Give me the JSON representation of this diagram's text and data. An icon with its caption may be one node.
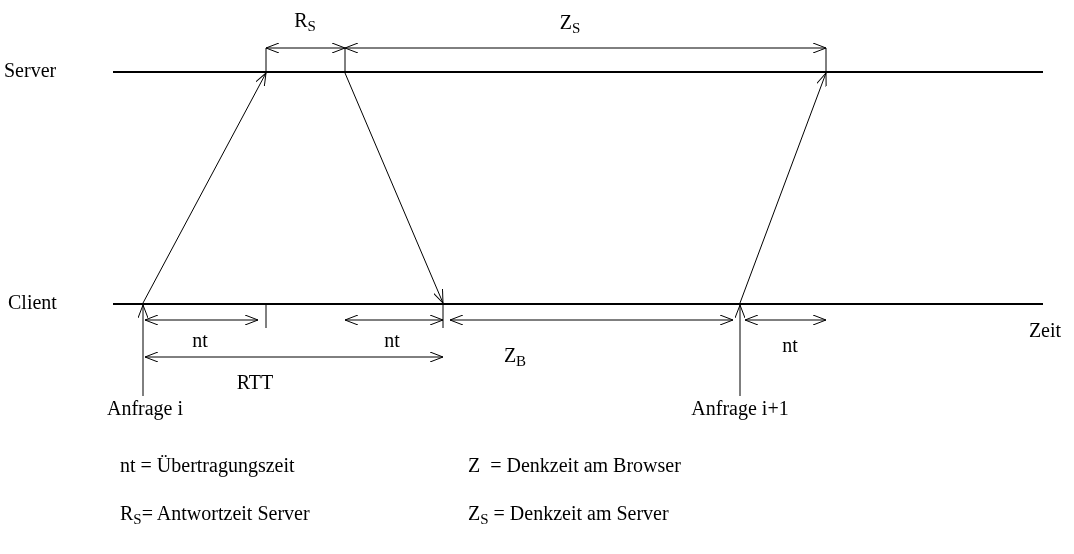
{
  "diagram": {
    "nodes": [
      {
        "text": [],
        "shape": "bar",
        "beside": [
          "Server"
        ]
      },
      {
        "text": [],
        "shape": "bar",
        "beside": [
          "Client"
        ]
      },
      {
        "text": [
          "Anfrage i"
        ]
      },
      {
        "text": [
          "Anfrage i+1"
        ]
      }
    ],
    "edges": [
      {
        "from": 1,
        "to": 0,
        "arrow": "to"
      },
      {
        "from": 0,
        "to": 1,
        "arrow": "to"
      },
      {
        "from": 1,
        "to": 0,
        "arrow": "to"
      },
      {
        "from": 2,
        "to": 1,
        "arrow": "to"
      },
      {
        "from": 3,
        "to": 1,
        "arrow": "to"
      }
    ],
    "labels": [
      "R$_{S}$",
      "Z$_{S}$",
      "nt",
      "nt",
      "nt",
      "Z$_{B}$",
      "RTT",
      "Zeit",
      "nt = Übertragungszeit",
      "Z  = Denkzeit am Browser",
      "R$_{S}$= Antwortzeit Server",
      "Z$_{S}$ = Denkzeit am Server"
    ]
  }
}
